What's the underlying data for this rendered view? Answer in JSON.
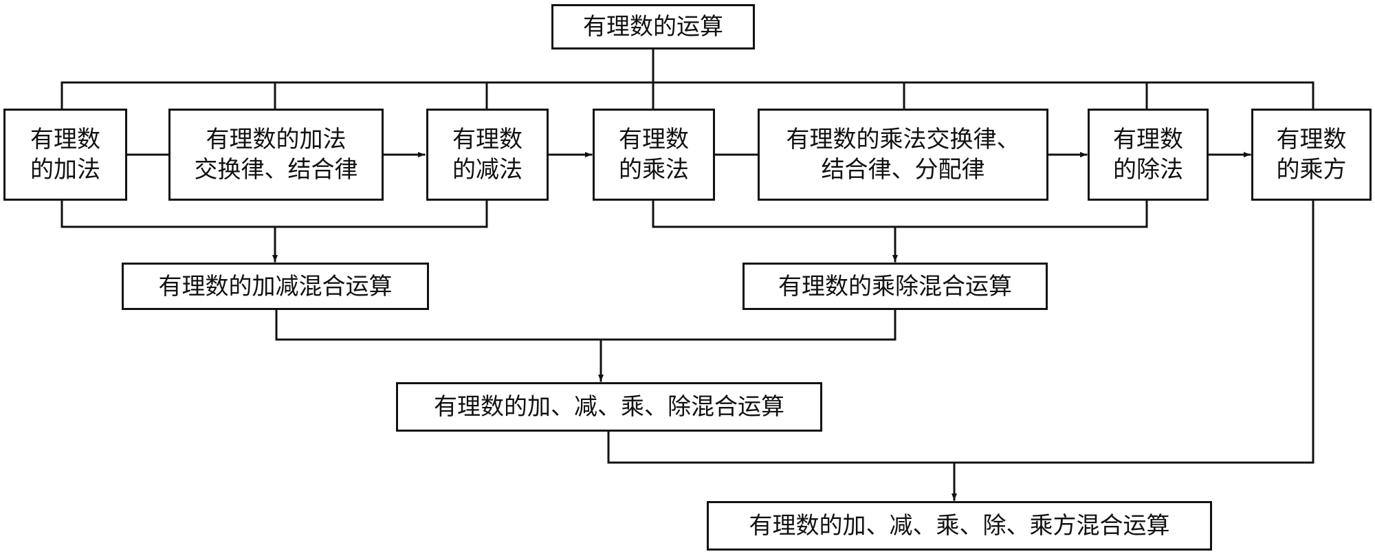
{
  "diagram": {
    "root": "有理数的运算",
    "addition": "有理数\n的加法",
    "addition_laws": "有理数的加法\n交换律、结合律",
    "subtraction": "有理数\n的减法",
    "multiplication": "有理数\n的乘法",
    "multiplication_laws": "有理数的乘法交换律、\n结合律、分配律",
    "division": "有理数\n的除法",
    "power": "有理数\n的乘方",
    "add_sub_mixed": "有理数的加减混合运算",
    "mul_div_mixed": "有理数的乘除混合运算",
    "four_ops_mixed": "有理数的加、减、乘、除混合运算",
    "all_ops_mixed": "有理数的加、减、乘、除、乘方混合运算"
  },
  "colors": {
    "stroke": "#111111",
    "background": "#ffffff"
  }
}
